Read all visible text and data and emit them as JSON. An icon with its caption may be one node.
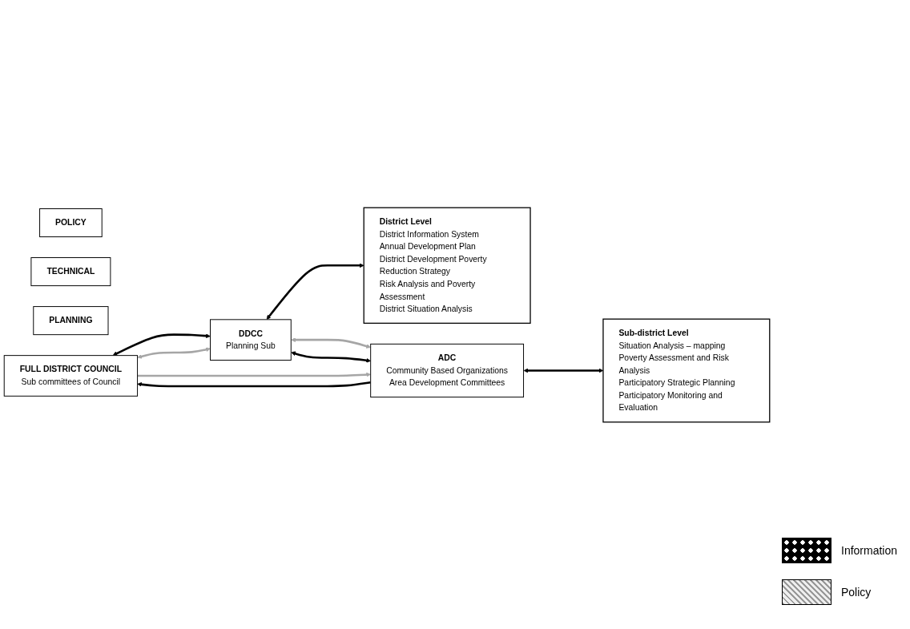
{
  "diagram": {
    "nodes": [
      {
        "text": [
          "POLICY"
        ]
      },
      {
        "text": [
          "TECHNICAL"
        ]
      },
      {
        "text": [
          "PLANNING"
        ]
      },
      {
        "text": [
          "FULL DISTRICT COUNCIL",
          "Sub committees of Council"
        ]
      },
      {
        "text": [
          "DDCC",
          "Planning Sub"
        ]
      },
      {
        "text": [
          "District Level",
          "District Information System",
          "Annual Development Plan",
          "District Development Poverty Reduction Strategy",
          "Risk Analysis and Poverty Assessment",
          "District Situation Analysis"
        ]
      },
      {
        "text": [
          "ADC",
          "Community Based Organizations",
          "Area Development Committees"
        ]
      },
      {
        "text": [
          "Sub-district Level",
          "Situation Analysis – mapping",
          "Poverty Assessment and Risk Analysis",
          "Participatory Strategic Planning",
          "Participatory Monitoring and Evaluation"
        ]
      }
    ],
    "edges": [
      {
        "from": 3,
        "to": 4,
        "arrow": "both"
      },
      {
        "from": 3,
        "to": 4,
        "arrow": "both",
        "color": "#a6a6a6"
      },
      {
        "from": 4,
        "to": 5,
        "arrow": "both"
      },
      {
        "from": 4,
        "to": 6,
        "arrow": "both",
        "color": "#a6a6a6"
      },
      {
        "from": 4,
        "to": 6,
        "arrow": "both"
      },
      {
        "from": 6,
        "to": 7,
        "arrow": "both"
      },
      {
        "from": 3,
        "to": 6,
        "arrow": "to",
        "color": "#a6a6a6"
      },
      {
        "from": 6,
        "to": 3,
        "arrow": "to"
      }
    ],
    "legend": [
      {
        "text": "Information"
      },
      {
        "text": "Policy"
      }
    ]
  }
}
